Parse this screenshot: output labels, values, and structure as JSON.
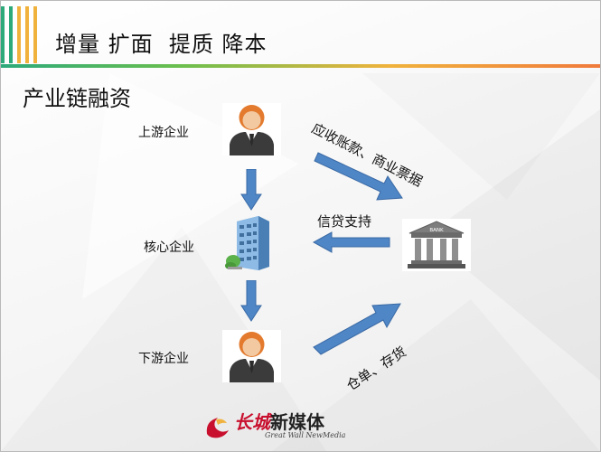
{
  "title": "增量 扩面  提质 降本",
  "heading": "产业链融资",
  "nodes": {
    "upstream": "上游企业",
    "core": "核心企业",
    "downstream": "下游企业"
  },
  "flows": {
    "receivables": "应收账款、商业票据",
    "credit": "信贷支持",
    "warehouse": "仓单、存货"
  },
  "bank_sign": "BANK",
  "logo": {
    "cn_red": "长城",
    "cn": "新媒体",
    "en": "Great Wall NewMedia"
  },
  "colors": {
    "accent_green": "#2eaa7a",
    "accent_orange": "#f0b23c",
    "arrow_blue": "#4f86c6",
    "person_orange": "#e37a2d",
    "logo_red": "#c8102e"
  },
  "icons": {
    "upstream": "person-icon",
    "core": "office-building-icon",
    "bank": "bank-icon",
    "downstream": "person-icon"
  }
}
